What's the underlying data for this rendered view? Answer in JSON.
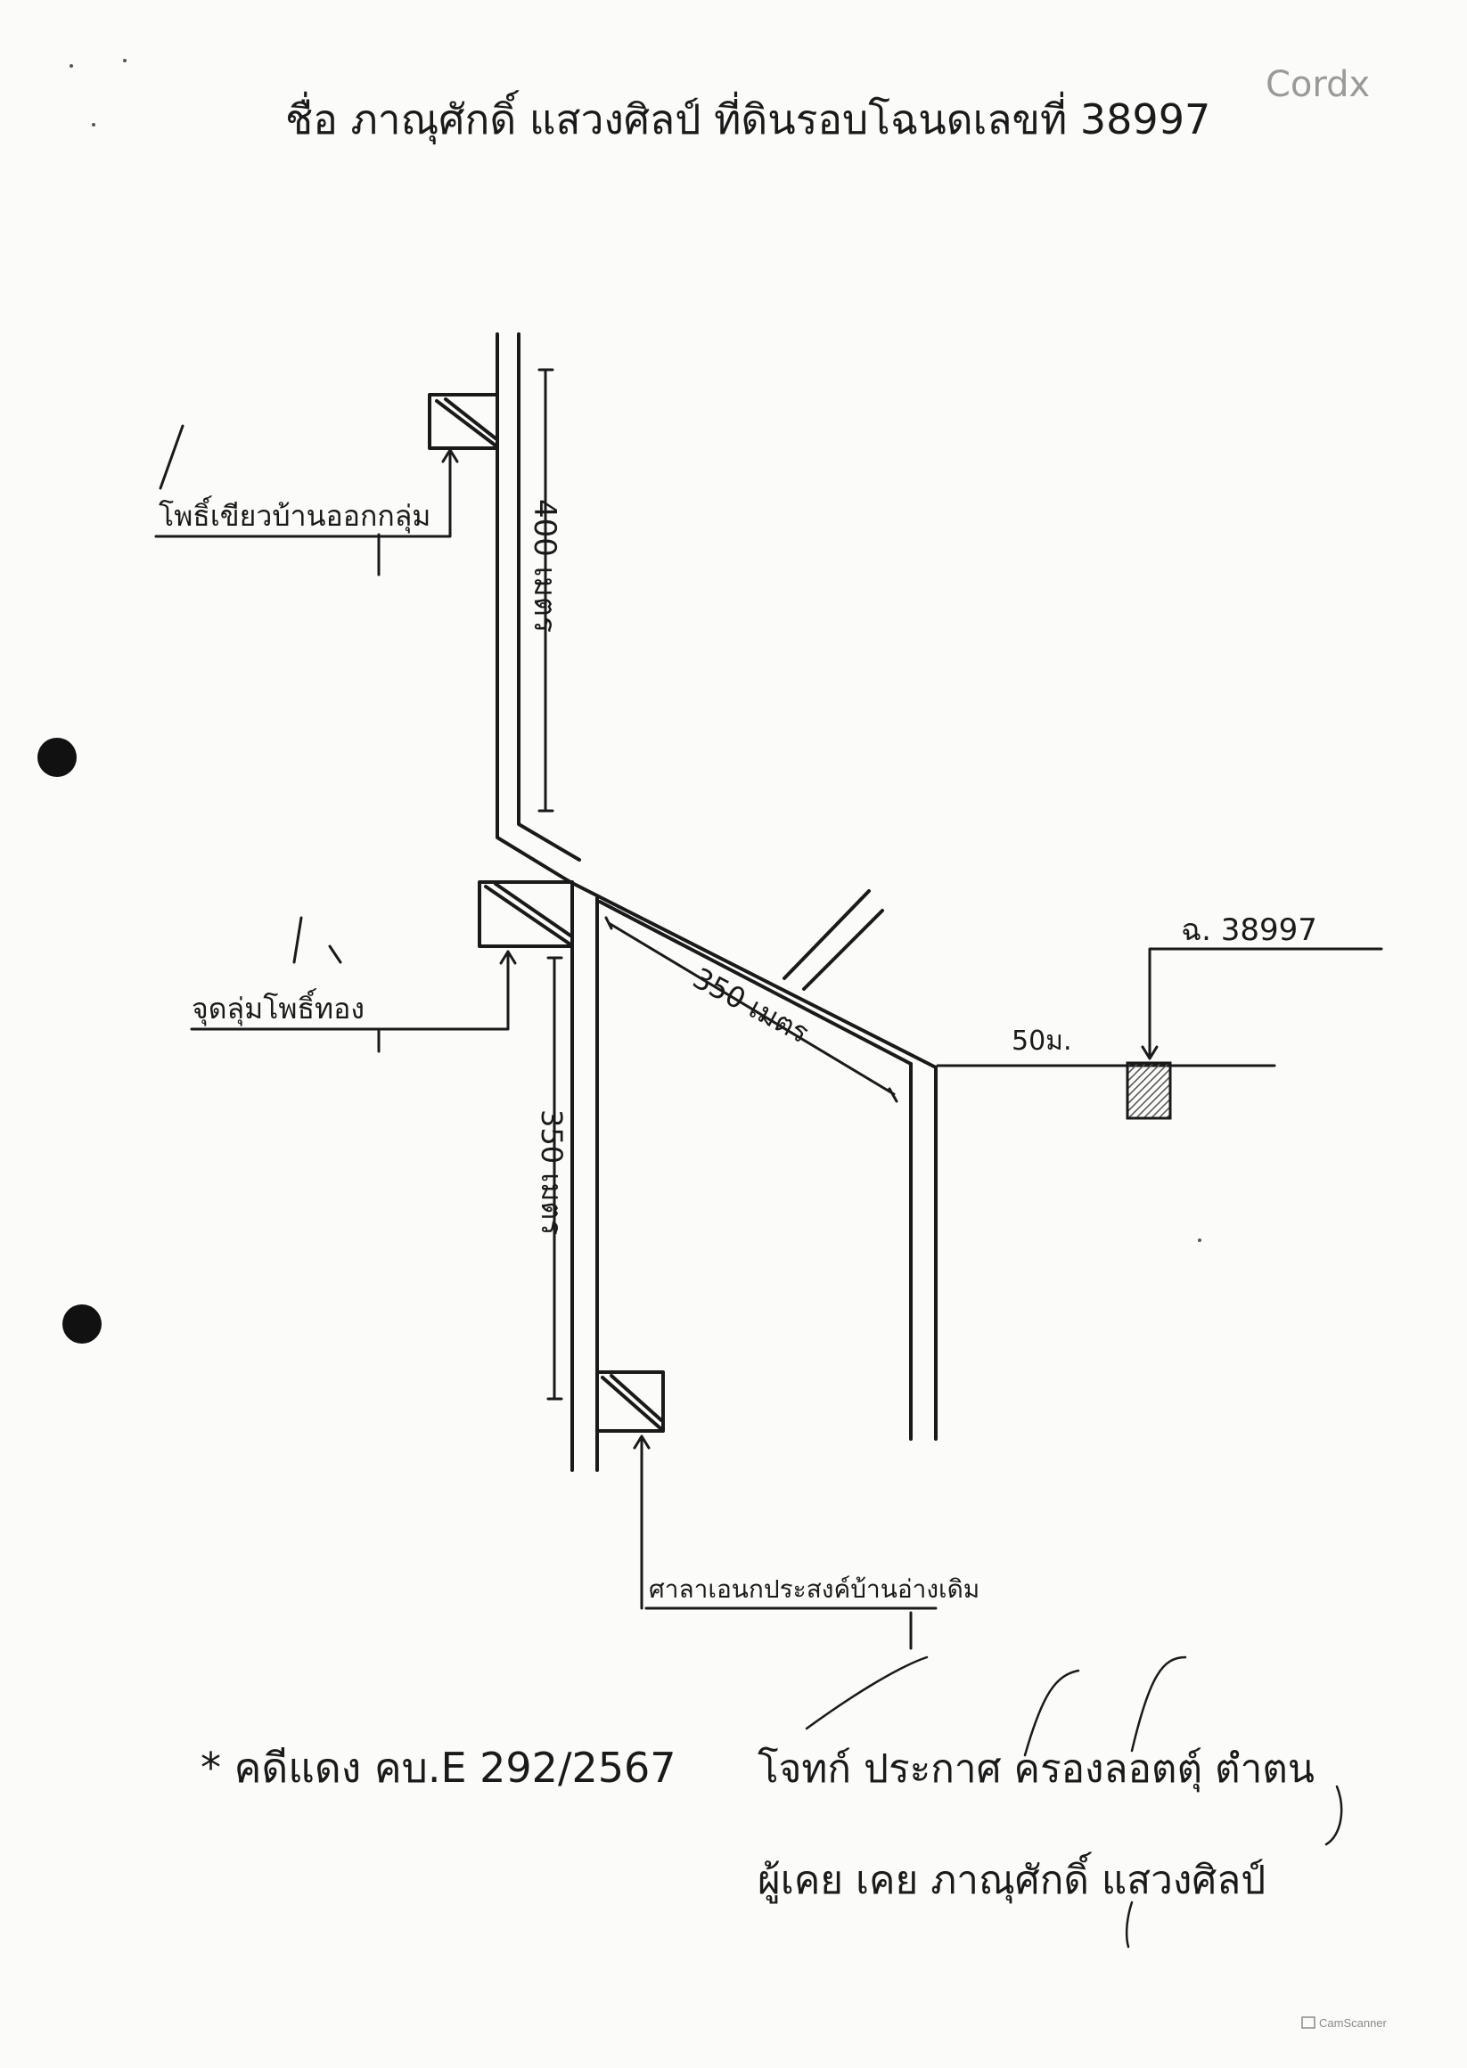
{
  "header": {
    "title": "ชื่อ ภาณุศักดิ์ แสวงศิลป์ ที่ดินรอบโฉนดเลขที่ 38997",
    "corner_note": "Cordx"
  },
  "map": {
    "landmarks": [
      {
        "id": "top-landmark",
        "label": "โพธิ์เขียวบ้านออกกลุ่ม"
      },
      {
        "id": "middle-landmark",
        "label": "จุดลุ่มโพธิ์ทอง"
      },
      {
        "id": "bottom-landmark",
        "label": "ศาลาเอนกประสงค์บ้านอ่างเดิม"
      }
    ],
    "distances": {
      "north_road": "400 เมตร",
      "diagonal_road": "350 เมตร",
      "south_road": "350 เมตร",
      "plot_spur": "50ม."
    },
    "plot_label": "ฉ. 38997"
  },
  "footer": {
    "note_line1": "* คดีแดง คบ.E 292/2567",
    "signature_line1": "โจทก์ ประกาศ ครองลอตตุ์ ตำตน",
    "signature_line2": "ผู้เคย เคย ภาณุศักดิ์ แสวงศิลป์"
  },
  "watermark": {
    "label": "CamScanner"
  },
  "colors": {
    "ink": "#1a1a1a",
    "paper": "#fbfbf9",
    "hatch": "#555555"
  }
}
